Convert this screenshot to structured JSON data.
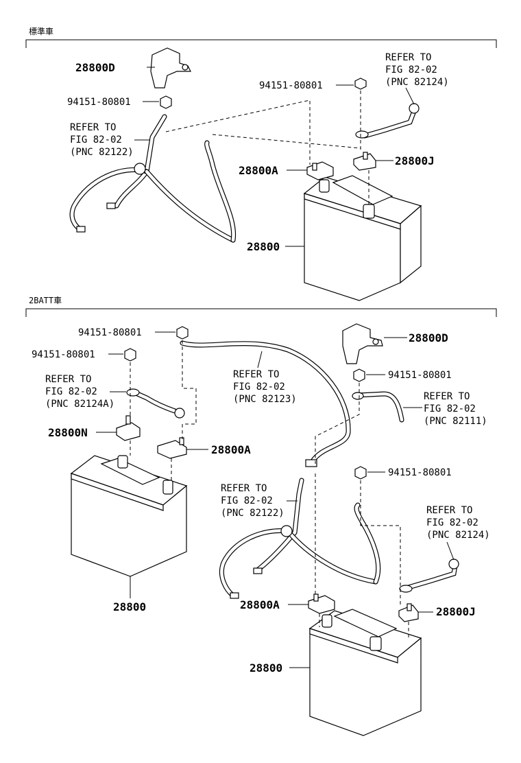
{
  "sections": [
    {
      "title": "標準車"
    },
    {
      "title": "2BATT車"
    }
  ],
  "top": {
    "bracket": "28800D",
    "nut": "94151-80801",
    "nut_right": "94151-80801",
    "ref_left": [
      "REFER TO",
      "FIG 82-02",
      "(PNC 82122)"
    ],
    "ref_right": [
      "REFER TO",
      "FIG 82-02",
      "(PNC 82124)"
    ],
    "clamp_a": "28800A",
    "clamp_j": "28800J",
    "battery": "28800"
  },
  "bottom": {
    "nut_top": "94151-80801",
    "nut_left": "94151-80801",
    "ref_left_upper": [
      "REFER TO",
      "FIG 82-02",
      "(PNC 82124A)"
    ],
    "clamp_n": "28800N",
    "clamp_a_left": "28800A",
    "battery_left": "28800",
    "ref_mid": [
      "REFER TO",
      "FIG 82-02",
      "(PNC 82123)"
    ],
    "bracket": "28800D",
    "nut_right_upper": "94151-80801",
    "ref_right_upper": [
      "REFER TO",
      "FIG 82-02",
      "(PNC 82111)"
    ],
    "ref_center": [
      "REFER TO",
      "FIG 82-02",
      "(PNC 82122)"
    ],
    "nut_right_lower": "94151-80801",
    "ref_right_lower": [
      "REFER TO",
      "FIG 82-02",
      "(PNC 82124)"
    ],
    "clamp_a_right": "28800A",
    "clamp_j": "28800J",
    "battery_right": "28800"
  }
}
